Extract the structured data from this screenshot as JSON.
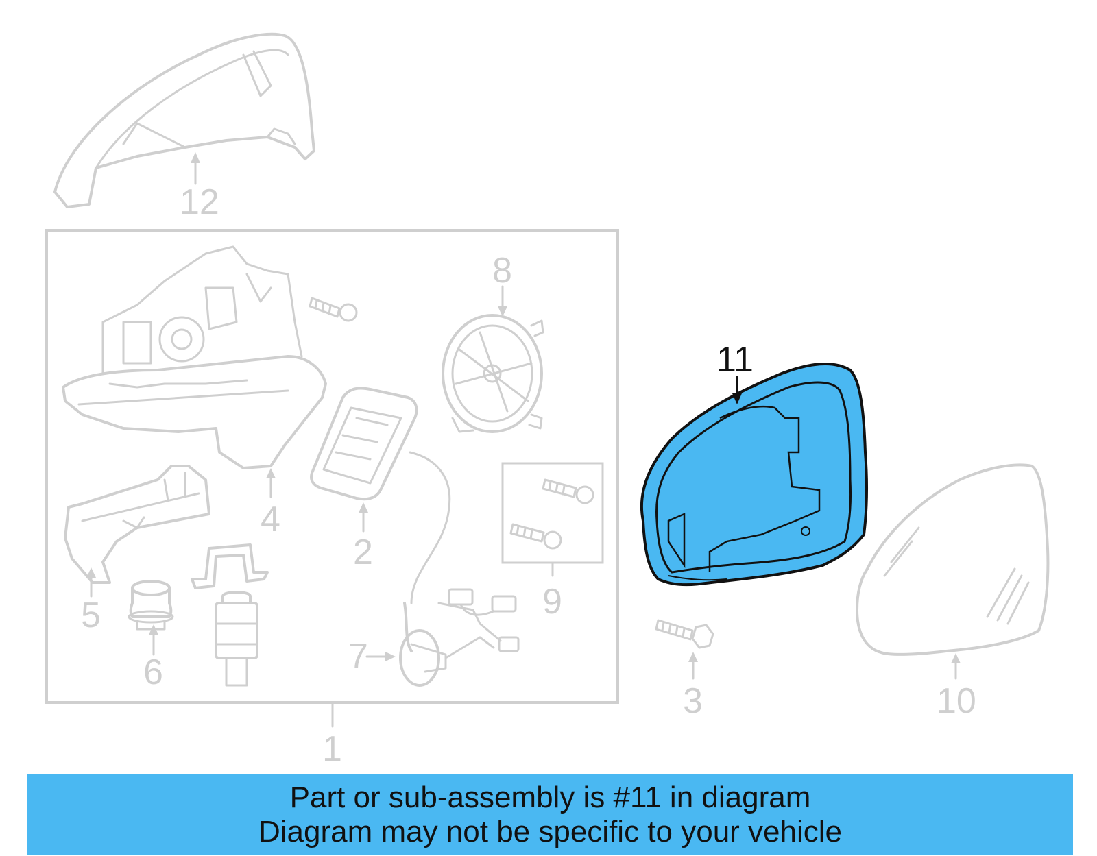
{
  "diagram": {
    "highlight_color": "#4ab8f2",
    "highlighted_part": "11",
    "callouts": [
      {
        "id": "12",
        "label": "12",
        "highlighted": false
      },
      {
        "id": "8",
        "label": "8",
        "highlighted": false
      },
      {
        "id": "4",
        "label": "4",
        "highlighted": false
      },
      {
        "id": "2",
        "label": "2",
        "highlighted": false
      },
      {
        "id": "9",
        "label": "9",
        "highlighted": false
      },
      {
        "id": "5",
        "label": "5",
        "highlighted": false
      },
      {
        "id": "6",
        "label": "6",
        "highlighted": false
      },
      {
        "id": "7",
        "label": "7",
        "highlighted": false
      },
      {
        "id": "1",
        "label": "1",
        "highlighted": false
      },
      {
        "id": "11",
        "label": "11",
        "highlighted": true
      },
      {
        "id": "3",
        "label": "3",
        "highlighted": false
      },
      {
        "id": "10",
        "label": "10",
        "highlighted": false
      }
    ]
  },
  "banner": {
    "line1": "Part or sub-assembly is #11 in diagram",
    "line2": "Diagram may not be specific to your vehicle"
  }
}
